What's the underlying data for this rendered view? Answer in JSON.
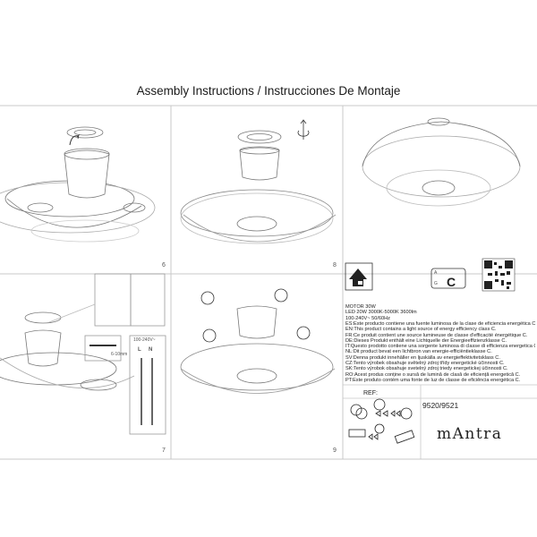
{
  "title": "Assembly Instructions / Instrucciones De Montaje",
  "panels": [
    {
      "num": "6"
    },
    {
      "num": "8"
    },
    {
      "num": "7"
    },
    {
      "num": "9"
    }
  ],
  "wiring": {
    "voltage": "100-240V~",
    "l": "L",
    "n": "N",
    "strip": "6-10mm"
  },
  "energy": {
    "class_letter": "C",
    "scale_top": "A",
    "scale_bottom": "G"
  },
  "specs": [
    "MOTOR 30W",
    "LED 20W 3000K-5000K 3600lm",
    "100-240V~ 50/60Hz"
  ],
  "languages": [
    "ES:Este producto contiene una fuente luminosa de la clase de eficiencia energética C.",
    "EN:This product contains a light source of energy efficiency class C.",
    "FR:Ce produit contient une source lumineuse de classe d'efficacité énergétique C.",
    "DE:Dieses Produkt enthält eine Lichtquelle der Energieeffizienzklasse C.",
    "IT:Questo prodotto contiene una sorgente luminosa di classe di efficienza energetica C.",
    "NL:Dit product bevat een lichtbron van energie-efficiëntieklasse C.",
    "SV:Denna produkt innehåller en ljuskälla av energieffektivitetsklass C.",
    "CZ:Tento výrobek obsahuje světelný zdroj třídy energetické účinnosti C.",
    "SK:Tento výrobok obsahuje svetelný zdroj triedy energetickej účinnosti C.",
    "RO:Acest produs conține o sursă de lumină de clasă de eficiență energetică C.",
    "PT:Este produto contém uma fonte de luz de classe de eficiência energética C."
  ],
  "ref_label": "REF:",
  "ref_value": "9520/9521",
  "brand": "mAntra",
  "icons": [
    "assembly-icon",
    "remote-icon",
    "energy-label-icon",
    "qr-code-icon"
  ]
}
